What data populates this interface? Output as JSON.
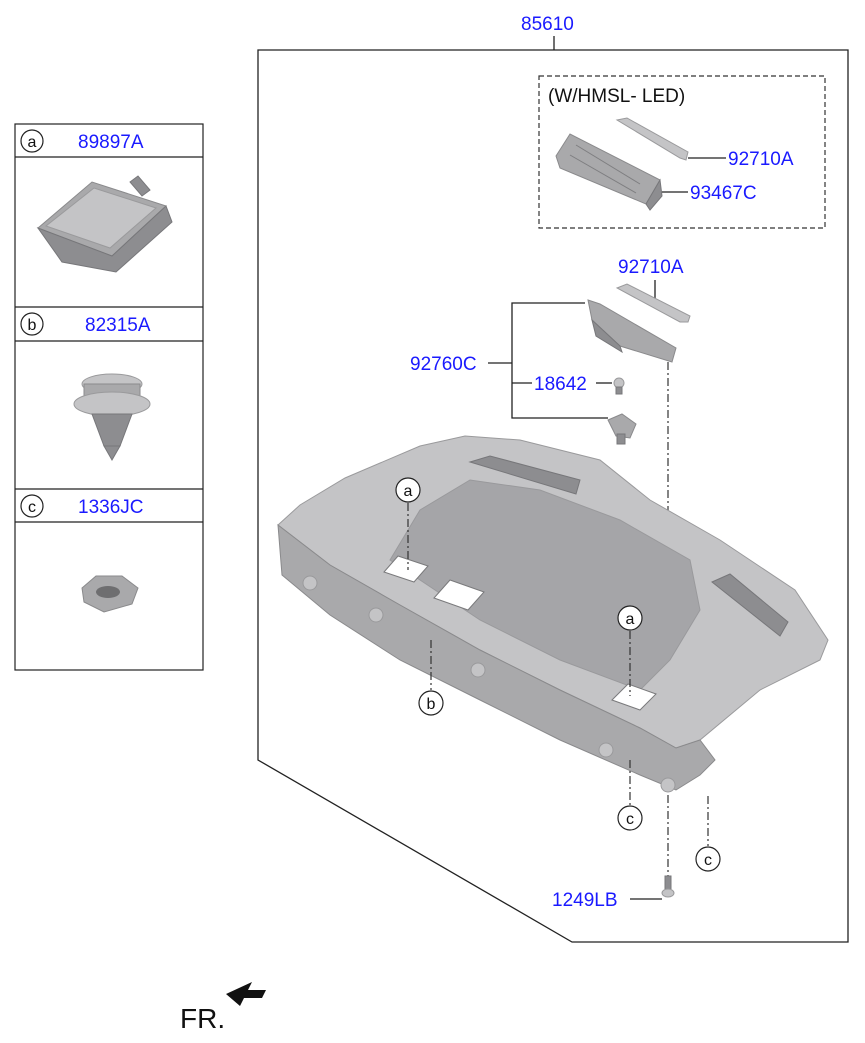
{
  "main_part": "85610",
  "option_label": "(W/HMSL- LED)",
  "parts": {
    "hmsl_strip": "92710A",
    "hmsl_lamp": "93467C",
    "strip": "92710A",
    "lamp_assy": "92760C",
    "bulb": "18642",
    "screw": "1249LB"
  },
  "legend": [
    {
      "key": "a",
      "part": "89897A",
      "icon": "cover-cap-icon"
    },
    {
      "key": "b",
      "part": "82315A",
      "icon": "push-clip-icon"
    },
    {
      "key": "c",
      "part": "1336JC",
      "icon": "nut-icon"
    }
  ],
  "callouts": {
    "a1": "a",
    "a2": "a",
    "b": "b",
    "c1": "c",
    "c2": "c"
  },
  "front_label": "FR."
}
